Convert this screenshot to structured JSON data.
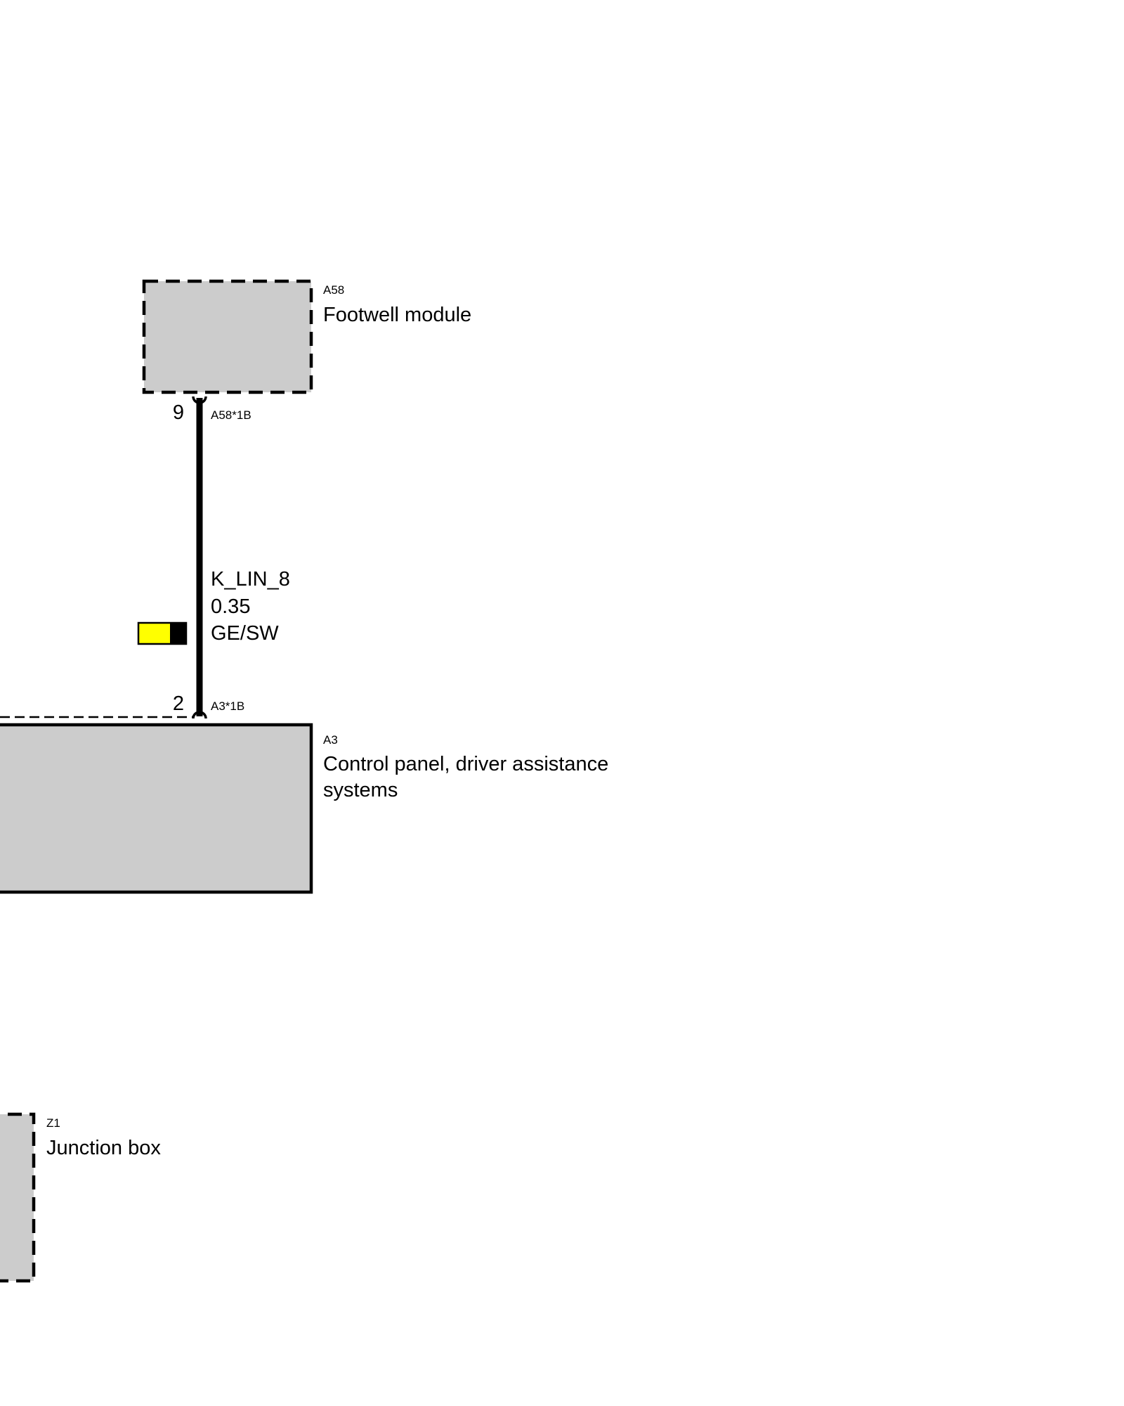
{
  "components": {
    "footwell": {
      "id": "A58",
      "name": "Footwell module"
    },
    "control_panel": {
      "id": "A3",
      "name_line1": "Control panel, driver assistance",
      "name_line2": "systems"
    },
    "junction_box": {
      "id": "Z1",
      "name": "Junction box"
    }
  },
  "connectors": {
    "top": {
      "pin": "9",
      "connector": "A58*1B"
    },
    "bottom": {
      "pin": "2",
      "connector": "A3*1B"
    }
  },
  "wire": {
    "signal": "K_LIN_8",
    "cross_section": "0.35",
    "color_code": "GE/SW",
    "colors": {
      "primary": "#ffff00",
      "stripe": "#000000"
    }
  },
  "colors": {
    "module_fill": "#cccccc",
    "line": "#000000",
    "background": "#ffffff"
  }
}
